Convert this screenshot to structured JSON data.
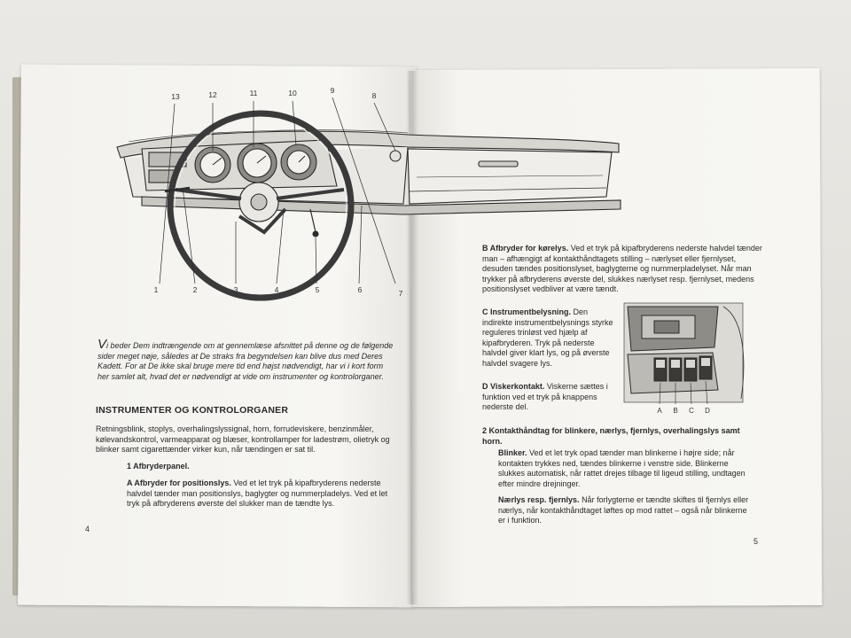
{
  "left_page": {
    "callouts_top": [
      "13",
      "12",
      "11",
      "10",
      "9",
      "8"
    ],
    "callouts_bottom": [
      "1",
      "2",
      "3",
      "4",
      "5",
      "6",
      "7"
    ],
    "intro_dropcap": "V",
    "intro_text": "i beder Dem indtrængende om at gennemlæse afsnittet på denne og de følgende sider meget nøje, således at De straks fra begyndelsen kan blive dus med Deres Kadett. For at De ikke skal bruge mere tid end højst nødvendigt, har vi i kort form her samlet alt, hvad det er nødvendigt at vide om instrumenter og kontrolorganer.",
    "heading": "INSTRUMENTER OG KONTROLORGANER",
    "body": "Retningsblink, stoplys, overhalingslyssignal, horn, forrudeviskere, benzinmåler, kølevandskontrol, varmeapparat og blæser, kontrollamper for ladestrøm, olietryk og blinker samt cigarettænder virker kun, når tændingen er sat til.",
    "item1": "1  Afbryderpanel.",
    "itemA_label": "A  Afbryder for positionslys.",
    "itemA_text": "Ved et let tryk på kipafbryderens nederste halvdel tænder man positionslys, baglygter og nummerpladelys. Ved et let tryk på afbryderens øverste del slukker man de tændte lys.",
    "page_number": "4"
  },
  "right_page": {
    "itemB_label": "B  Afbryder for kørelys.",
    "itemB_text": "Ved et tryk på kipafbryderens nederste halvdel tænder man – afhængigt af kontakthåndtagets stilling – nærlyset eller fjernlyset, desuden tændes positionslyset, baglygterne og nummerpladelyset. Når man trykker på afbryderens øverste del, slukkes nærlyset resp. fjernlyset, medens positionslyset vedbliver at være tændt.",
    "itemC_label": "C  Instrumentbelysning.",
    "itemC_text": "Den indirekte instrumentbelysnings styrke reguleres trinløst ved hjælp af kipafbryderen. Tryk på nederste halvdel giver klart lys, og på øverste halvdel svagere lys.",
    "itemD_label": "D  Viskerkontakt.",
    "itemD_text": "Viskerne sættes i funktion ved et tryk på knappens nederste del.",
    "item2_label": "2  Kontakthåndtag for blinkere, nærlys, fjernlys, overhalingslys samt horn.",
    "blinker_label": "Blinker.",
    "blinker_text": "Ved et let tryk opad tænder man blinkerne i højre side; når kontakten trykkes ned, tændes blinkerne i venstre side. Blinkerne slukkes automatisk, når rattet drejes tilbage til ligeud stilling, undtagen efter mindre drejninger.",
    "naerlys_label": "Nærlys resp. fjernlys.",
    "naerlys_text": "Når forlygterne er tændte skiftes til fjernlys eller nærlys, når kontakthåndtaget løftes op mod rattet – også når blinkerne er i funktion.",
    "switch_labels": [
      "A",
      "B",
      "C",
      "D"
    ],
    "page_number": "5"
  }
}
